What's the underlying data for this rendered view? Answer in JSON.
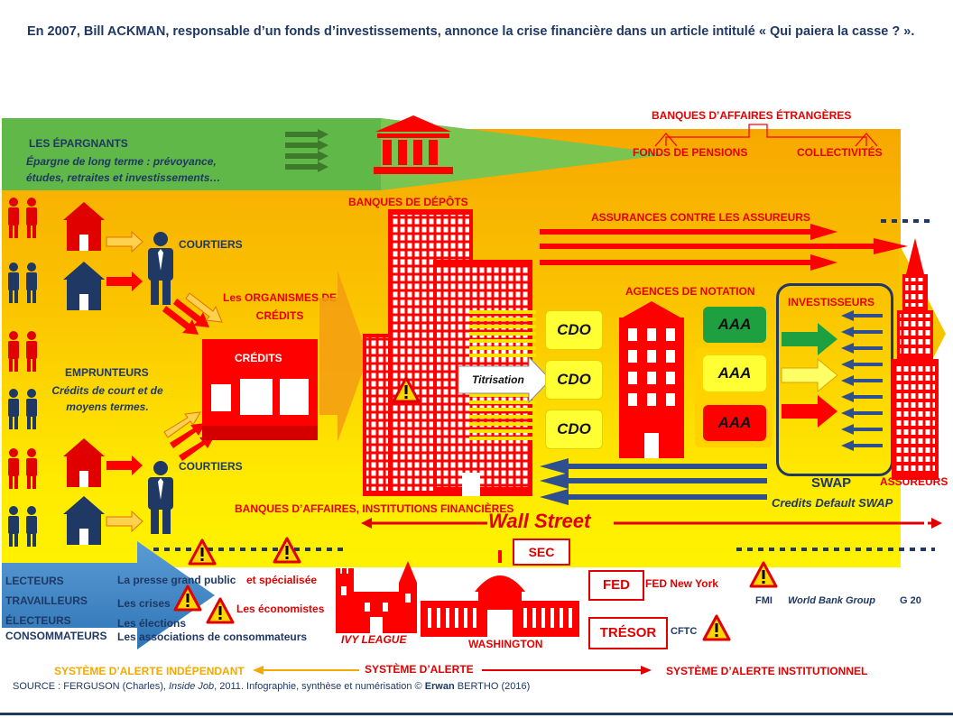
{
  "intro": "En 2007, Bill ACKMAN, responsable d’un fonds d’investissements, annonce la crise financière dans un article intitulé « Qui paiera la casse ? ».",
  "savers": {
    "title": "LES ÉPARGNANTS",
    "desc": "Épargne de long terme : prévoyance, études, retraites et investissements…"
  },
  "labels": {
    "courtiers_top": "COURTIERS",
    "courtiers_bottom": "COURTIERS",
    "borrowers_title": "EMPRUNTEURS",
    "borrowers_desc": "Crédits de court et de moyens termes.",
    "organismes": "Les ORGANISMES DE CRÉDITS",
    "credits": "CRÉDITS",
    "banques_depots": "BANQUES DE DÉPÔTS",
    "banques_etrangeres": "BANQUES D’AFFAIRES ÉTRANGÈRES",
    "fonds_pensions": "FONDS DE PENSIONS",
    "collectivites": "COLLECTIVITÉS",
    "assurances": "ASSURANCES CONTRE LES ASSUREURS",
    "agences": "AGENCES DE NOTATION",
    "investisseurs": "INVESTISSEURS",
    "titrisation": "Titrisation",
    "swap": "SWAP",
    "cds": "Credits Default SWAP",
    "assureurs": "ASSUREURS",
    "banques_affaires": "BANQUES D’AFFAIRES, INSTITUTIONS FINANCIÈRES",
    "wall_street": "Wall Street",
    "sec": "SEC",
    "fed": "FED",
    "fed_ny": "FED New York",
    "tresor": "TRÉSOR",
    "cftc": "CFTC",
    "fmi": "FMI",
    "world_bank": "World Bank Group",
    "g20": "G 20",
    "ivy": "IVY LEAGUE",
    "washington": "WASHINGTON",
    "economistes": "Les économistes"
  },
  "cdo": [
    "CDO",
    "CDO",
    "CDO"
  ],
  "ratings": [
    "AAA",
    "AAA",
    "AAA"
  ],
  "public": {
    "lecteurs": "LECTEURS",
    "travailleurs": "TRAVAILLEURS",
    "electeurs": "ÉLECTEURS",
    "consommateurs": "CONSOMMATEURS",
    "presse": "La presse grand public",
    "presse_suite": "et spécialisée",
    "crises": "Les crises",
    "elections": "Les élections",
    "associations": "Les associations de consommateurs"
  },
  "alert": {
    "independant": "SYSTÈME D’ALERTE INDÉPENDANT",
    "systeme": "SYSTÈME D’ALERTE",
    "institutionnel": "SYSTÈME D’ALERTE INSTITUTIONNEL"
  },
  "source": {
    "prefix": "SOURCE : FERGUSON (Charles),",
    "film": "Inside Job",
    "middle": ", 2011. Infographie, synthèse et numérisation ©",
    "author_first": "Erwan",
    "author_last": "BERTHO (2016)"
  },
  "colors": {
    "navy": "#1f3864",
    "red": "#e00000",
    "green": "#5fb848",
    "yellow": "#fff200",
    "orange": "#f7a800",
    "blue_arrow": "#4f81bd"
  }
}
